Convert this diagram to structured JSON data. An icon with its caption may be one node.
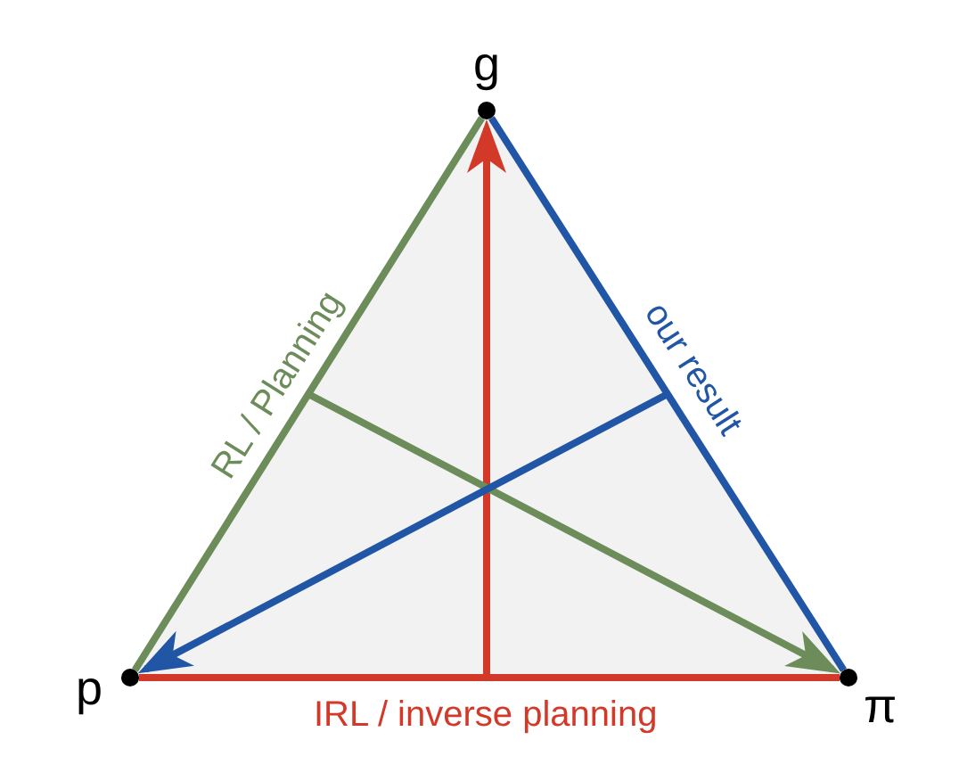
{
  "diagram": {
    "nodes": [
      {
        "text": [
          "g"
        ]
      },
      {
        "text": [
          "p"
        ]
      },
      {
        "text": [
          "π"
        ]
      }
    ],
    "edges": [
      {
        "from": 1,
        "to": 0,
        "arrow": "none",
        "label": "RL / Planning",
        "color": "#6c8c5a"
      },
      {
        "from": 0,
        "to": 2,
        "arrow": "none",
        "label": "our result",
        "color": "#2155a5"
      },
      {
        "from": 1,
        "to": 2,
        "arrow": "none",
        "label": "IRL / inverse planning",
        "color": "#d23928"
      },
      {
        "from": null,
        "to": 0,
        "arrow": "to",
        "color": "#d23928"
      },
      {
        "from": null,
        "to": 2,
        "arrow": "to",
        "color": "#6c8c5a"
      },
      {
        "from": null,
        "to": 1,
        "arrow": "to",
        "color": "#2155a5"
      }
    ]
  }
}
